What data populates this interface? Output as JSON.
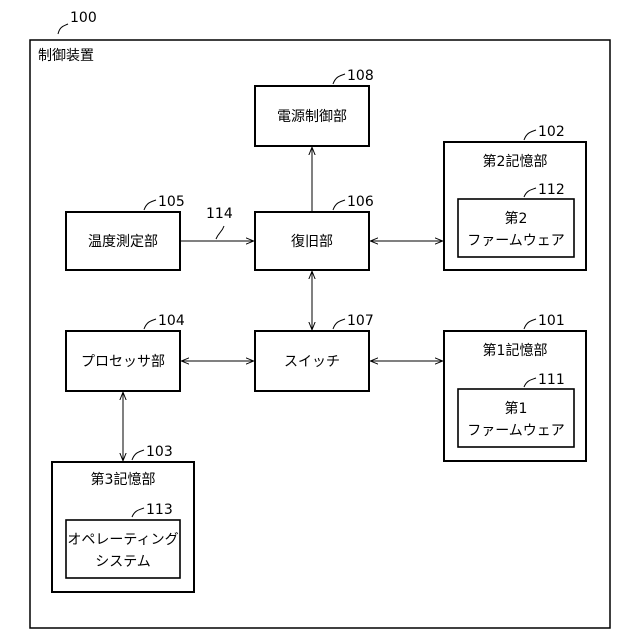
{
  "figure_number": "100",
  "outer_label": "制御装置",
  "blocks": {
    "power_control": {
      "label": "電源制御部",
      "ref": "108"
    },
    "recovery": {
      "label": "復旧部",
      "ref": "106"
    },
    "temperature": {
      "label": "温度測定部",
      "ref": "105"
    },
    "second_storage": {
      "label": "第2記憶部",
      "ref": "102"
    },
    "second_firmware": {
      "line1": "第2",
      "line2": "ファームウェア",
      "ref": "112"
    },
    "processor": {
      "label": "プロセッサ部",
      "ref": "104"
    },
    "switch": {
      "label": "スイッチ",
      "ref": "107"
    },
    "first_storage": {
      "label": "第1記憶部",
      "ref": "101"
    },
    "first_firmware": {
      "line1": "第1",
      "line2": "ファームウェア",
      "ref": "111"
    },
    "third_storage": {
      "label": "第3記憶部",
      "ref": "103"
    },
    "os": {
      "line1": "オペレーティング",
      "line2": "システム",
      "ref": "113"
    }
  },
  "signal_ref": "114"
}
